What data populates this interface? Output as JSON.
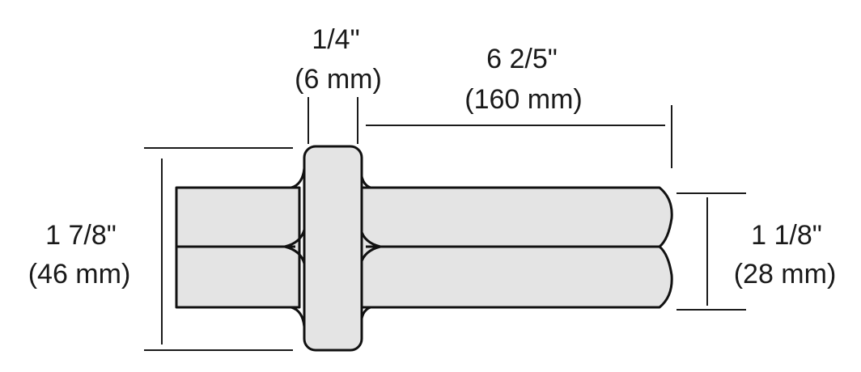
{
  "dimensions": {
    "collar_width": {
      "imperial": "1/4\"",
      "metric": "(6 mm)"
    },
    "shank_length": {
      "imperial": "6 2/5\"",
      "metric": "(160 mm)"
    },
    "collar_diameter": {
      "imperial": "1 7/8\"",
      "metric": "(46 mm)"
    },
    "shank_diameter": {
      "imperial": "1 1/8\"",
      "metric": "(28 mm)"
    }
  },
  "colors": {
    "body_fill": "#e4e4e4",
    "outline": "#111111",
    "text": "#1a1a1a"
  }
}
